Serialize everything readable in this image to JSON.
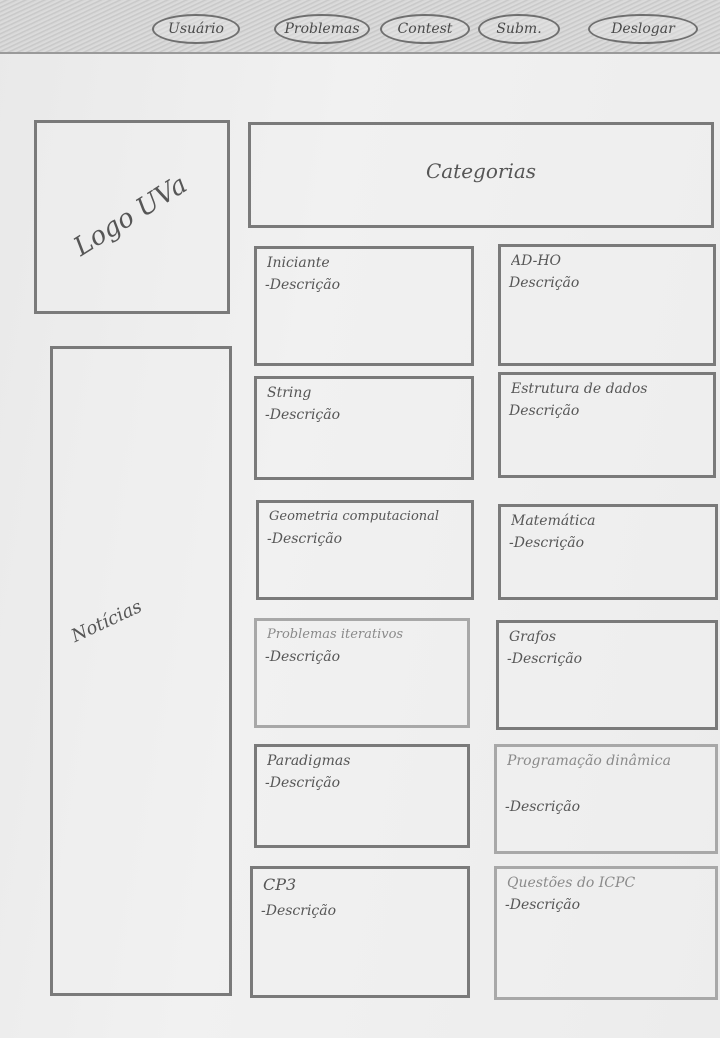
{
  "nav": {
    "items": [
      "Usuário",
      "Problemas",
      "Contest",
      "Subm.",
      "Deslogar"
    ]
  },
  "logo": {
    "text": "Logo UVa"
  },
  "news": {
    "title": "Notícias"
  },
  "categories": {
    "title": "Categorias"
  },
  "cards": [
    {
      "title": "Iniciante",
      "desc": "-Descrição"
    },
    {
      "title": "AD-HO",
      "desc": "Descrição"
    },
    {
      "title": "String",
      "desc": "-Descrição"
    },
    {
      "title": "Estrutura de dados",
      "desc": "Descrição"
    },
    {
      "title": "Geometria computacional",
      "desc": "-Descrição"
    },
    {
      "title": "Matemática",
      "desc": "-Descrição"
    },
    {
      "title": "Problemas iterativos",
      "desc": "-Descrição"
    },
    {
      "title": "Grafos",
      "desc": "-Descrição"
    },
    {
      "title": "Paradigmas",
      "desc": "-Descrição"
    },
    {
      "title": "Programação dinâmica",
      "desc": "-Descrição"
    },
    {
      "title": "CP3",
      "desc": "-Descrição"
    },
    {
      "title": "Questões do ICPC",
      "desc": "-Descrição"
    }
  ]
}
